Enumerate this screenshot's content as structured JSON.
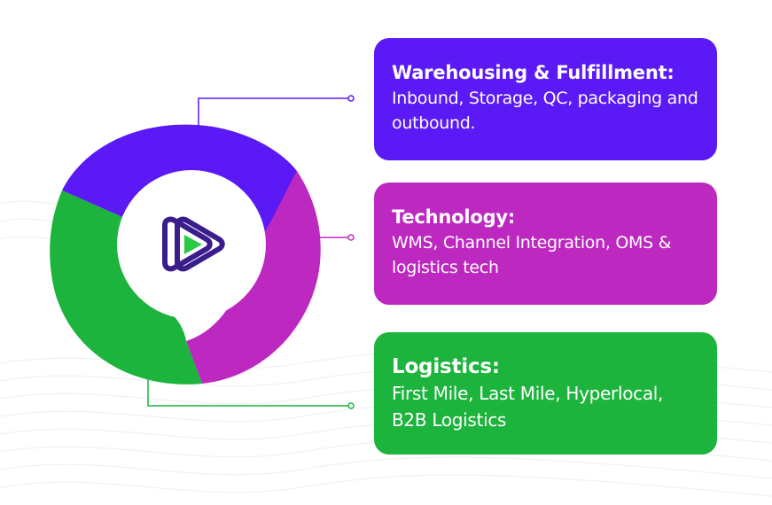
{
  "colors": {
    "warehousing": "#5a19f5",
    "technology": "#bd28c1",
    "logistics": "#1cb43c",
    "logo_outline": "#3a1c8c",
    "logo_play": "#2cc946"
  },
  "diagram": {
    "center_icon": "play-logo-icon",
    "segments": [
      {
        "name": "warehousing",
        "title": "Warehousing & Fulfillment:",
        "body": "Inbound, Storage, QC, packaging and outbound."
      },
      {
        "name": "technology",
        "title": "Technology:",
        "body": "WMS, Channel Integration, OMS & logistics tech"
      },
      {
        "name": "logistics",
        "title": "Logistics:",
        "body": "First Mile, Last Mile, Hyperlocal, B2B Logistics"
      }
    ]
  }
}
